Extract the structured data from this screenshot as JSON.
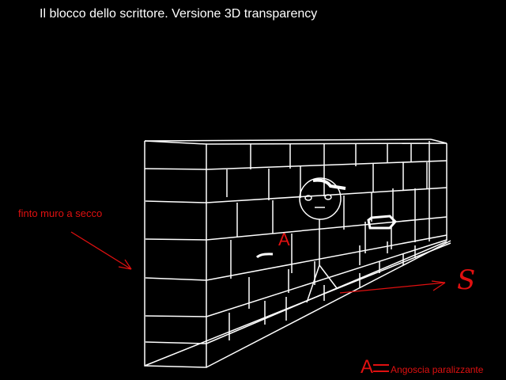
{
  "title": "Il blocco dello scrittore. Versione  3D transparency",
  "side_label": "finto muro a secco",
  "figure_label": "A",
  "s_label": "S",
  "legend": {
    "symbol": "A",
    "text": "Angoscia paralizzante"
  },
  "colors": {
    "background": "#000000",
    "drawing": "#ffffff",
    "annotation": "#e01010"
  }
}
